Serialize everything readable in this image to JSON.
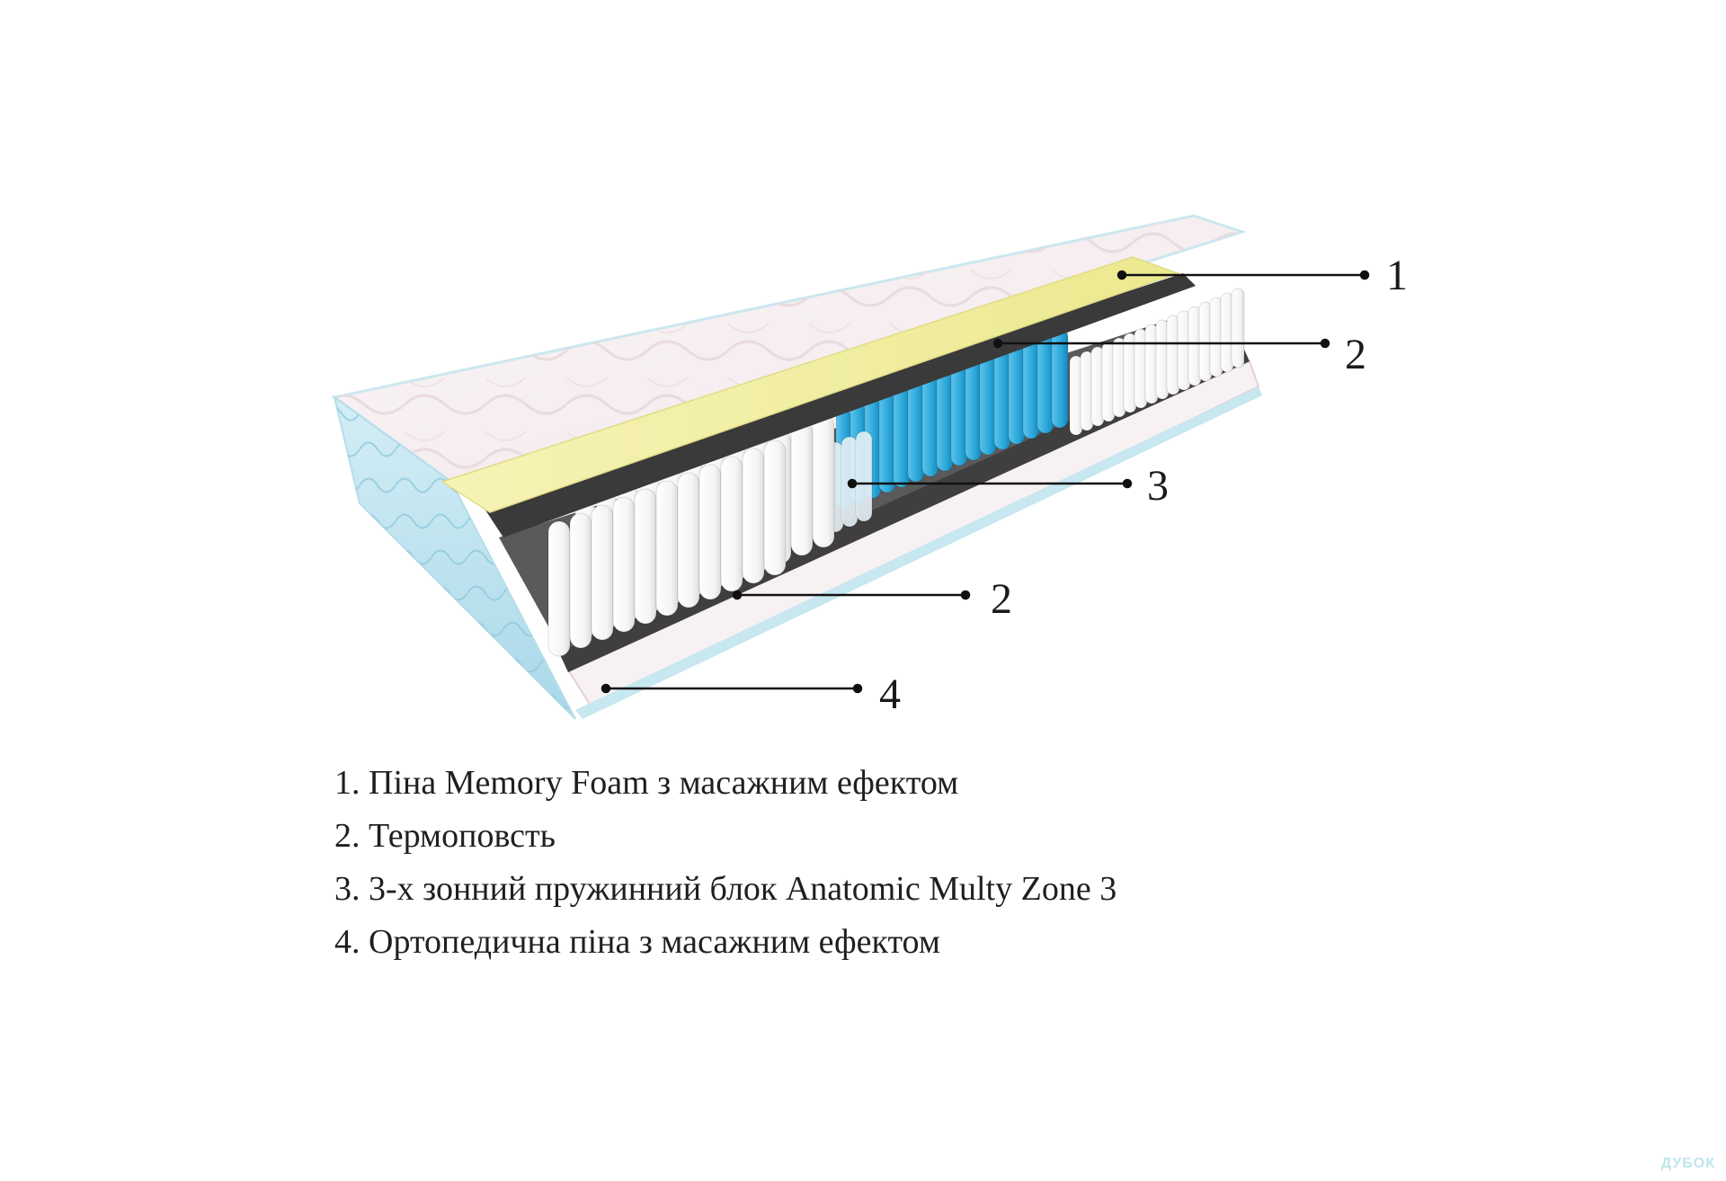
{
  "callouts": [
    {
      "id": "1",
      "label": "1"
    },
    {
      "id": "2a",
      "label": "2"
    },
    {
      "id": "3",
      "label": "3"
    },
    {
      "id": "2b",
      "label": "2"
    },
    {
      "id": "4",
      "label": "4"
    }
  ],
  "legend": [
    "1. Піна Memory Foam з масажним ефектом",
    "2. Термоповсть",
    "3. 3-х зонний пружинний блок Anatomic Multy Zone 3",
    "4. Ортопедична піна з масажним ефектом"
  ],
  "watermark": "ДУБОК",
  "colors": {
    "cover_top": "#f6eef0",
    "cover_side": "#bfe3ee",
    "memory_foam": "#f2f0a6",
    "felt": "#3e3e3e",
    "springs_white": "#ffffff",
    "springs_blue": "#2aa6d8",
    "ortho_foam": "#f7f2f3"
  }
}
